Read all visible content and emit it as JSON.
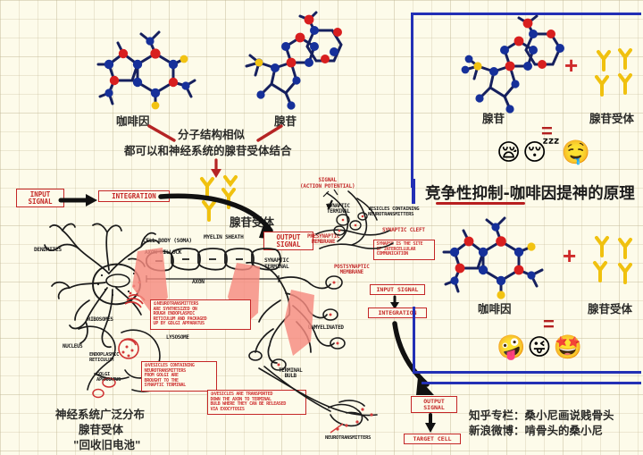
{
  "page": {
    "bg_color": "#fdfbea",
    "grid_color": "#c3b996"
  },
  "left_panel": {
    "molecules": [
      {
        "name": "caffeine",
        "label": "咖啡因"
      },
      {
        "name": "adenosine",
        "label": "腺苷"
      }
    ],
    "similarity_note_line1": "分子结构相似",
    "similarity_note_line2": "都可以和神经系统的腺苷受体结合",
    "receptor_label": "腺苷受体",
    "summary_line1": "神经系统广泛分布",
    "summary_line2": "腺苷受体",
    "summary_line3": "\"回收旧电池\""
  },
  "neuron": {
    "labels": {
      "input_signal": "INPUT\nSIGNAL",
      "integration": "INTEGRATION",
      "output_signal": "OUTPUT\nSIGNAL",
      "dendrites": "DENDRITES",
      "cell_body": "CELL BODY (SOMA)",
      "axon_hillock": "AXON HILLOCK",
      "myelin_sheath": "MYELIN SHEATH",
      "axon": "AXON",
      "synaptic_terminal": "SYNAPTIC\nTERMINAL",
      "ribosomes": "RIBOSOMES",
      "nucleus": "NUCLEUS",
      "endoplasmic_reticulum": "ENDOPLASMIC\nRETICULUM",
      "golgi_apparatus": "GOLGI\nAPPARATUS",
      "lysosome": "LYSOSOME",
      "soma": "SOMA",
      "terminal_bulb": "TERMINAL\nBULB",
      "unmyelinated": "UNMYELINATED",
      "neurotransmitters": "NEUROTRANSMITTERS",
      "target_cell": "TARGET CELL",
      "signal_action_potential": "SIGNAL\n(ACTION POTENTIAL)",
      "synaptic_terminal_2": "SYNAPTIC\nTERMINAL",
      "vesicles_containing": "VESICLES CONTAINING\nNEUROTRANSMITTERS",
      "synaptic_cleft": "SYNAPTIC CLEFT",
      "presynaptic_membrane": "PRESYNAPTIC\nMEMBRANE",
      "postsynaptic_membrane": "POSTSYNAPTIC\nMEMBRANE",
      "input_signal_2": "INPUT SIGNAL",
      "integration_2": "INTEGRATION",
      "output_signal_2": "OUTPUT\nSIGNAL"
    },
    "notes": [
      {
        "id": "note-1",
        "text": "①NEUROTRANSMITTERS\nARE SYNTHESIZED ON\nROUGH ENDOPLASMIC\nRETICULUM AND PACKAGED\nUP BY GOLGI APPARATUS"
      },
      {
        "id": "note-2",
        "text": "②VESICLES CONTAINING\nNEUROTRANSMITTERS\nFROM GOLGI ARE\nBROUGHT TO THE\nSYNAPTIC TERMINAL"
      },
      {
        "id": "note-3",
        "text": "③VESICLES ARE TRANSPORTED\nDOWN THE AXON TO TERMINAL\nBULB WHERE THEY CAN BE RELEASED\nVIA EXOCYTOSIS"
      },
      {
        "id": "note-4",
        "text": "SYNAPSE IS THE SITE\nOF INTERCELLULAR\nCOMMUNICATION"
      }
    ]
  },
  "right_panel": {
    "title": "竞争性抑制-咖啡因提神的原理",
    "top_equation": {
      "molecule_label": "腺苷",
      "operator": "+",
      "receptor_label": "腺苷受体",
      "equals": "=",
      "result_emojis": [
        "😪",
        "😴",
        "🤤"
      ]
    },
    "bottom_equation": {
      "molecule_label": "咖啡因",
      "operator": "+",
      "receptor_label": "腺苷受体",
      "equals": "=",
      "result_emojis": [
        "🤪",
        "😜",
        "🤩"
      ]
    },
    "credits": {
      "line1": "知乎专栏：桑小尼画说贱骨头",
      "line2": "新浪微博：啃骨头的桑小尼"
    }
  }
}
